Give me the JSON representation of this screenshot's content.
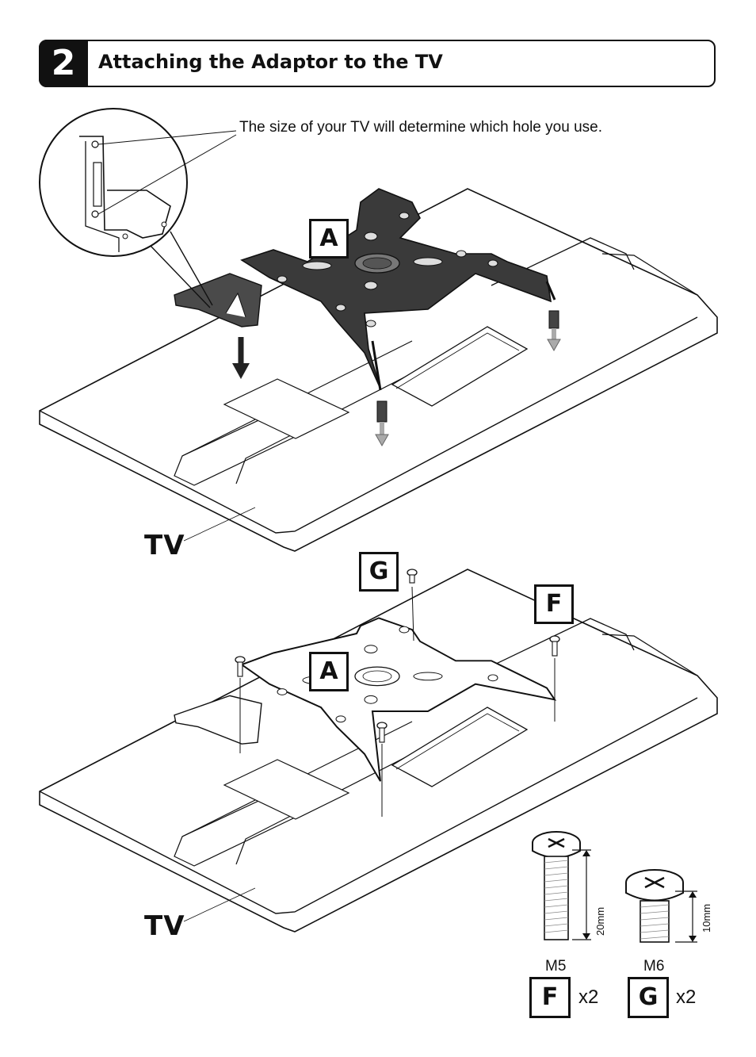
{
  "step": {
    "number": "2",
    "title": "Attaching the Adaptor to the TV"
  },
  "note": "The size of your TV will determine which hole you use.",
  "labels": {
    "tv": "TV",
    "adaptor": "A"
  },
  "parts": {
    "F": {
      "label": "F",
      "thread": "M5",
      "length": "20mm",
      "qty": "x2"
    },
    "G": {
      "label": "G",
      "thread": "M6",
      "length": "10mm",
      "qty": "x2"
    }
  }
}
